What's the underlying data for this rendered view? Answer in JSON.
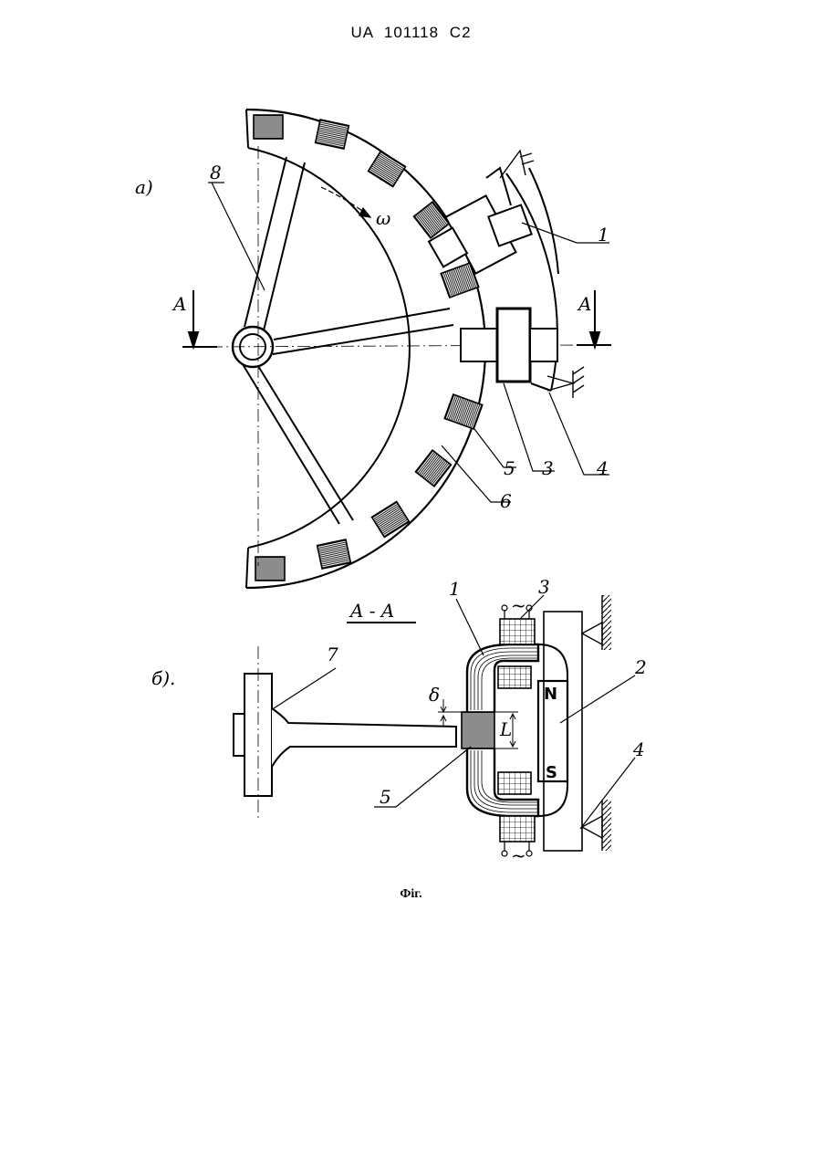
{
  "header": {
    "patent_number": "UA   101118   C2"
  },
  "figure": {
    "part_a": {
      "letter": "а)",
      "omega": "ω",
      "section_label_left": "A",
      "section_label_right": "A",
      "numbers": {
        "n1": "1",
        "n3": "3",
        "n4": "4",
        "n5": "5",
        "n6": "6",
        "n8": "8"
      }
    },
    "part_b": {
      "letter": "б).",
      "section_title": "A - A",
      "delta": "δ",
      "length": "L",
      "pole_n": "N",
      "pole_s": "S",
      "ac_top": "~",
      "ac_bottom": "~",
      "numbers": {
        "n1": "1",
        "n2": "2",
        "n3": "3",
        "n4": "4",
        "n5": "5",
        "n7": "7"
      }
    }
  },
  "caption": "Фіг."
}
